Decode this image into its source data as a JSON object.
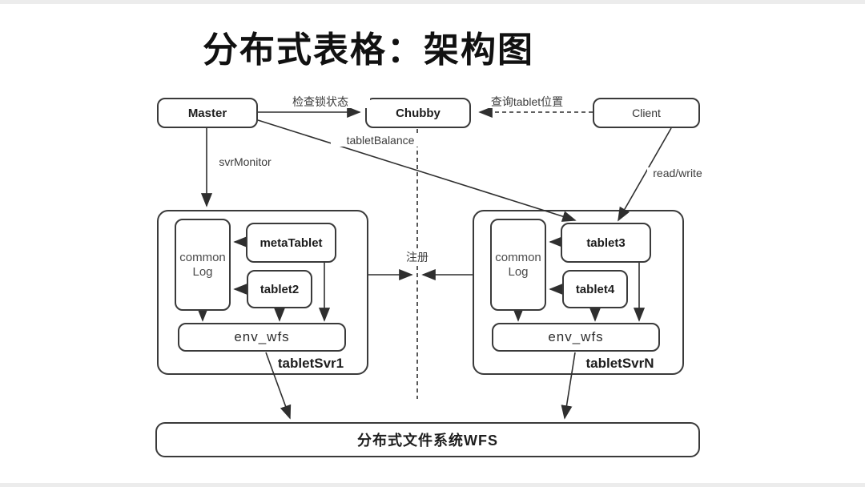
{
  "page": {
    "title": "分布式表格：架构图"
  },
  "colors": {
    "line": "#2f2f2f",
    "background": "#ffffff"
  },
  "nodes": {
    "master": "Master",
    "chubby": "Chubby",
    "client": "Client",
    "wfs": "分布式文件系统WFS"
  },
  "server1": {
    "name": "tabletSvr1",
    "common_log": "common Log",
    "tablet_a": "metaTablet",
    "tablet_b": "tablet2",
    "env": "env_wfs"
  },
  "serverN": {
    "name": "tabletSvrN",
    "common_log": "common Log",
    "tablet_a": "tablet3",
    "tablet_b": "tablet4",
    "env": "env_wfs"
  },
  "edge_labels": {
    "check_lock_status": "检查锁状态",
    "query_tablet_location": "查询tablet位置",
    "tablet_balance": "tabletBalance",
    "svr_monitor": "svrMonitor",
    "read_write": "read/write",
    "register": "注册"
  }
}
